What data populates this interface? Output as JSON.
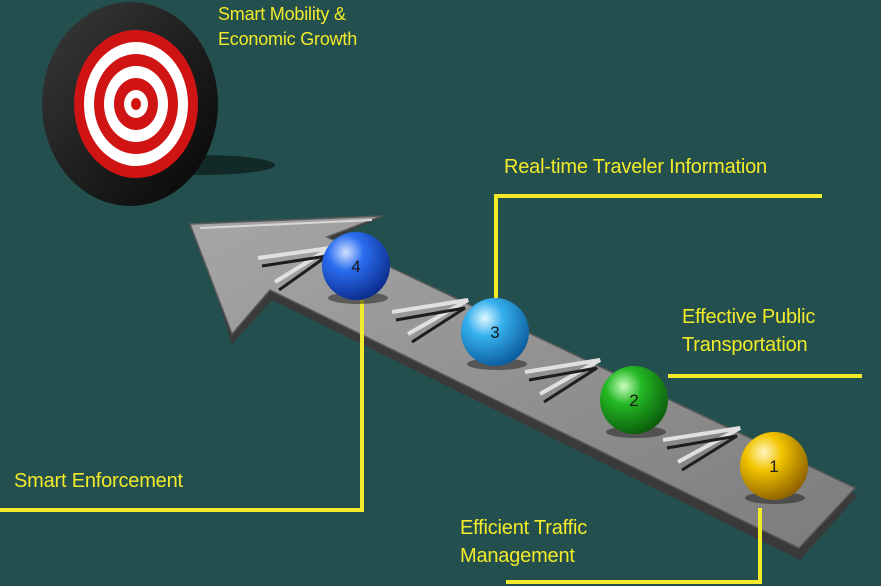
{
  "goal": {
    "title_lines": [
      "Smart Mobility &",
      "Economic Growth"
    ]
  },
  "steps": [
    {
      "number": "1",
      "label_lines": [
        "Efficient Traffic",
        "Management"
      ],
      "color": "#e8b400"
    },
    {
      "number": "2",
      "label_lines": [
        "Effective Public",
        "Transportation"
      ],
      "color": "#22b422"
    },
    {
      "number": "3",
      "label_lines": [
        "Real-time Traveler Information"
      ],
      "color": "#2aa6e6"
    },
    {
      "number": "4",
      "label_lines": [
        "Smart Enforcement"
      ],
      "color": "#2166e6"
    }
  ],
  "colors": {
    "background": "#23504e",
    "connector": "#f2ea2a",
    "arrow": "#8e8e8e",
    "target_red": "#cc1010",
    "target_black": "#111111"
  }
}
